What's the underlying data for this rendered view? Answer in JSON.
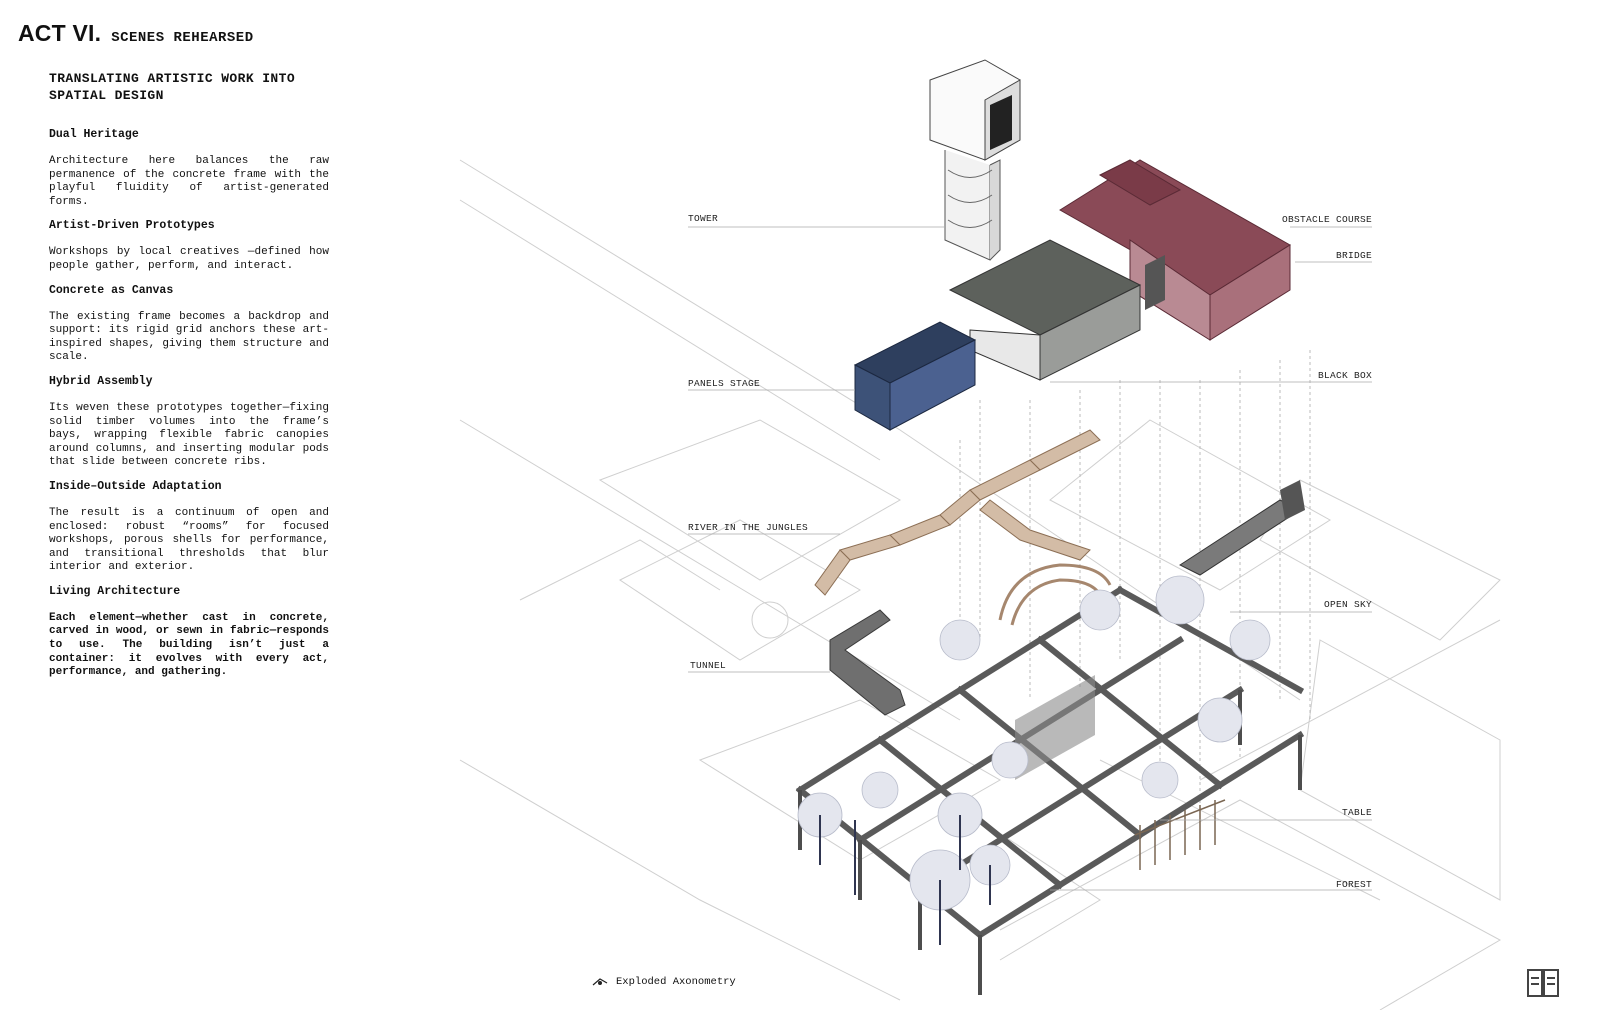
{
  "header": {
    "act": "ACT VI.",
    "subtitle": "SCENES REHEARSED"
  },
  "sidebar": {
    "heading": "TRANSLATING ARTISTIC WORK INTO SPATIAL DESIGN",
    "sections": [
      {
        "title": "Dual Heritage",
        "body": "Architecture here balances the raw permanence of the concrete frame with the playful fluidity of artist-generated forms."
      },
      {
        "title": "Artist-Driven Prototypes",
        "body": "Workshops by local creatives —defined how people gather, perform, and interact."
      },
      {
        "title": "Concrete as Canvas",
        "body": "The existing frame becomes a backdrop and support: its rigid grid anchors these art-inspired shapes, giving them structure and scale."
      },
      {
        "title": "Hybrid Assembly",
        "body": "Its weven these prototypes together—fixing solid timber volumes into the frame’s bays, wrapping flexible fabric canopies around columns, and inserting modular pods that slide between concrete ribs."
      },
      {
        "title": "Inside–Outside Adaptation",
        "body": "The result is a continuum of open and enclosed: robust “rooms” for focused workshops, porous shells for performance, and transitional thresholds that blur interior and exterior."
      },
      {
        "title": "Living Architecture",
        "body": "Each element—whether cast in concrete, carved in wood, or sewn in fabric—responds to use. The building isn’t just a container: it evolves with every act, performance, and gathering."
      }
    ]
  },
  "diagram": {
    "labels_left": {
      "tower": "TOWER",
      "panels_stage": "PANELS STAGE",
      "river": "RIVER IN THE JUNGLES",
      "tunnel": "TUNNEL"
    },
    "labels_right": {
      "obstacle": "OBSTACLE COURSE",
      "bridge": "BRIDGE",
      "black_box": "BLACK BOX",
      "open_sky": "OPEN SKY",
      "table": "TABLE",
      "forest": "FOREST"
    },
    "colors": {
      "obstacle": "#8a4a57",
      "panels": "#2e3f5e",
      "blackbox_roof": "#5d615c",
      "timber": "#c9ad94",
      "concrete": "#6f6f6f",
      "base_lines": "#c8c8c8"
    }
  },
  "caption": {
    "icon": "north-arrow-icon",
    "text": "Exploded Axonometry"
  },
  "logo": {
    "icon": "brand-logo-icon"
  }
}
